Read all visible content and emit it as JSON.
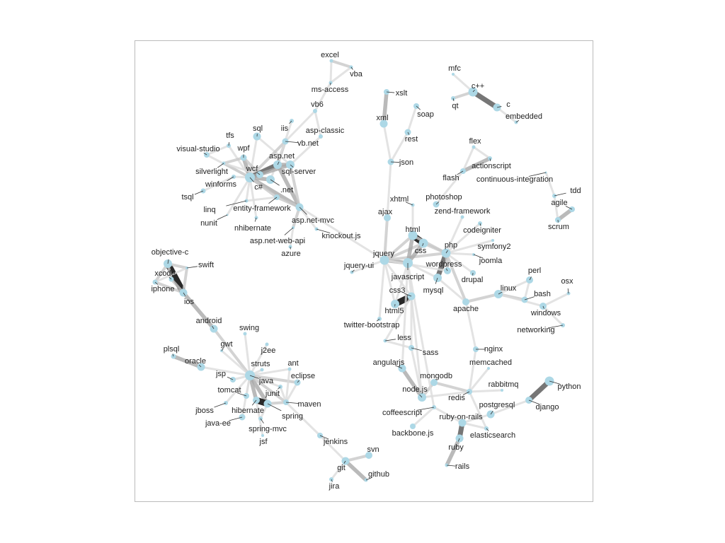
{
  "colors": {
    "node": "#add8e6",
    "edge": "#000000",
    "frame": "#bbbbbb",
    "label": "#222222"
  },
  "nodes": [
    "excel",
    "vba",
    "ms-access",
    "vb6",
    "iis",
    "asp-classic",
    "sql",
    "vb.net",
    "tfs",
    "visual-studio",
    "wpf",
    "asp.net",
    "sql-server",
    "silverlight",
    "wcf",
    "c#",
    ".net",
    "winforms",
    "tsql",
    "linq",
    "entity-framework",
    "asp.net-mvc",
    "nunit",
    "nhibernate",
    "asp.net-web-api",
    "knockout.js",
    "azure",
    "objective-c",
    "swift",
    "xcode",
    "iphone",
    "ios",
    "android",
    "swing",
    "gwt",
    "j2ee",
    "plsql",
    "oracle",
    "struts",
    "ant",
    "java",
    "jsp",
    "eclipse",
    "junit",
    "tomcat",
    "hibernate",
    "spring",
    "maven",
    "jboss",
    "java-ee",
    "spring-mvc",
    "jsf",
    "jenkins",
    "git",
    "jira",
    "svn",
    "github",
    "mfc",
    "xslt",
    "c++",
    "qt",
    "soap",
    "c",
    "xml",
    "embedded",
    "rest",
    "flex",
    "json",
    "actionscript",
    "flash",
    "continuous-integration",
    "tdd",
    "agile",
    "scrum",
    "xhtml",
    "photoshop",
    "zend-framework",
    "ajax",
    "codeigniter",
    "html",
    "css",
    "symfony2",
    "php",
    "joomla",
    "jquery",
    "javascript",
    "wordpress",
    "drupal",
    "jquery-ui",
    "mysql",
    "perl",
    "osx",
    "linux",
    "css3",
    "bash",
    "apache",
    "html5",
    "windows",
    "twitter-bootstrap",
    "networking",
    "less",
    "sass",
    "nginx",
    "angularjs",
    "memcached",
    "mongodb",
    "rabbitmq",
    "node.js",
    "redis",
    "python",
    "django",
    "coffeescript",
    "postgresql",
    "ruby-on-rails",
    "backbone.js",
    "elasticsearch",
    "ruby",
    "rails"
  ],
  "edges": [
    [
      "excel",
      "vba",
      2
    ],
    [
      "excel",
      "ms-access",
      1
    ],
    [
      "vba",
      "ms-access",
      1
    ],
    [
      "ms-access",
      "vb6",
      1
    ],
    [
      "vb6",
      "asp-classic",
      1
    ],
    [
      "vb6",
      "vb.net",
      1
    ],
    [
      "asp-classic",
      "sql-server",
      1
    ],
    [
      "iis",
      "asp.net",
      1
    ],
    [
      "sql",
      "sql-server",
      1
    ],
    [
      "sql",
      "c#",
      1
    ],
    [
      "vb.net",
      "c#",
      2
    ],
    [
      "vb.net",
      "asp.net",
      2
    ],
    [
      "vb.net",
      ".net",
      1
    ],
    [
      "tfs",
      "visual-studio",
      1
    ],
    [
      "tfs",
      "c#",
      1
    ],
    [
      "visual-studio",
      "c#",
      1
    ],
    [
      "wpf",
      "c#",
      3
    ],
    [
      "wpf",
      "wcf",
      2
    ],
    [
      "wpf",
      "silverlight",
      2
    ],
    [
      "silverlight",
      "c#",
      2
    ],
    [
      "silverlight",
      "wcf",
      1
    ],
    [
      "wcf",
      "c#",
      3
    ],
    [
      "wcf",
      "asp.net",
      3
    ],
    [
      "c#",
      "asp.net",
      4
    ],
    [
      "c#",
      "sql-server",
      3
    ],
    [
      "c#",
      ".net",
      3
    ],
    [
      "asp.net",
      "sql-server",
      3
    ],
    [
      "c#",
      "asp.net-mvc",
      3
    ],
    [
      "asp.net",
      "asp.net-mvc",
      3
    ],
    [
      "asp.net-mvc",
      "entity-framework",
      2
    ],
    [
      "c#",
      "entity-framework",
      2
    ],
    [
      "c#",
      "linq",
      1
    ],
    [
      "winforms",
      "c#",
      1
    ],
    [
      "tsql",
      "winforms",
      1
    ],
    [
      "c#",
      "nunit",
      1
    ],
    [
      "c#",
      "nhibernate",
      1
    ],
    [
      "asp.net-mvc",
      "asp.net-web-api",
      2
    ],
    [
      "asp.net-mvc",
      "knockout.js",
      1
    ],
    [
      "asp.net-web-api",
      "azure",
      1
    ],
    [
      "asp.net-mvc",
      "jquery",
      1
    ],
    [
      "asp.net-mvc",
      "sql-server",
      2
    ],
    [
      "linq",
      "entity-framework",
      1
    ],
    [
      "objective-c",
      "ios",
      5
    ],
    [
      "objective-c",
      "iphone",
      2
    ],
    [
      "objective-c",
      "swift",
      2
    ],
    [
      "objective-c",
      "xcode",
      2
    ],
    [
      "xcode",
      "ios",
      2
    ],
    [
      "iphone",
      "ios",
      2
    ],
    [
      "swift",
      "ios",
      2
    ],
    [
      "swift",
      "iphone",
      1
    ],
    [
      "ios",
      "android",
      3
    ],
    [
      "android",
      "java",
      2
    ],
    [
      "swing",
      "java",
      1
    ],
    [
      "gwt",
      "java",
      1
    ],
    [
      "j2ee",
      "java",
      1
    ],
    [
      "plsql",
      "oracle",
      3
    ],
    [
      "oracle",
      "java",
      1
    ],
    [
      "struts",
      "java",
      1
    ],
    [
      "jsp",
      "java",
      1
    ],
    [
      "java",
      "ant",
      1
    ],
    [
      "java",
      "eclipse",
      2
    ],
    [
      "java",
      "spring",
      3
    ],
    [
      "java",
      "hibernate",
      3
    ],
    [
      "java",
      "tomcat",
      1
    ],
    [
      "java",
      "junit",
      1
    ],
    [
      "java",
      "maven",
      2
    ],
    [
      "java",
      "jboss",
      1
    ],
    [
      "java",
      "java-ee",
      1
    ],
    [
      "spring",
      "hibernate",
      5
    ],
    [
      "spring",
      "maven",
      2
    ],
    [
      "spring",
      "spring-mvc",
      1
    ],
    [
      "hibernate",
      "jsf",
      1
    ],
    [
      "ant",
      "maven",
      1
    ],
    [
      "eclipse",
      "maven",
      1
    ],
    [
      "junit",
      "maven",
      1
    ],
    [
      "maven",
      "jenkins",
      1
    ],
    [
      "jenkins",
      "git",
      1
    ],
    [
      "git",
      "svn",
      2
    ],
    [
      "git",
      "github",
      3
    ],
    [
      "git",
      "jira",
      1
    ],
    [
      "json",
      "xml",
      1
    ],
    [
      "xml",
      "xslt",
      3
    ],
    [
      "json",
      "rest",
      1
    ],
    [
      "rest",
      "soap",
      1
    ],
    [
      "json",
      "ajax",
      1
    ],
    [
      "mfc",
      "c++",
      1
    ],
    [
      "c++",
      "qt",
      2
    ],
    [
      "c++",
      "c",
      4
    ],
    [
      "c",
      "embedded",
      1
    ],
    [
      "flex",
      "actionscript",
      1
    ],
    [
      "flash",
      "actionscript",
      3
    ],
    [
      "flash",
      "flex",
      1
    ],
    [
      "flash",
      "photoshop",
      1
    ],
    [
      "continuous-integration",
      "tdd",
      1
    ],
    [
      "tdd",
      "scrum",
      1
    ],
    [
      "agile",
      "scrum",
      3
    ],
    [
      "ajax",
      "jquery",
      2
    ],
    [
      "jquery",
      "jquery-ui",
      1
    ],
    [
      "jquery",
      "javascript",
      3
    ],
    [
      "jquery",
      "html",
      2
    ],
    [
      "jquery",
      "css",
      2
    ],
    [
      "jquery",
      "php",
      2
    ],
    [
      "jquery",
      "css3",
      1
    ],
    [
      "jquery",
      "html5",
      1
    ],
    [
      "jquery",
      "twitter-bootstrap",
      1
    ],
    [
      "html",
      "css",
      5
    ],
    [
      "html",
      "javascript",
      3
    ],
    [
      "css",
      "javascript",
      3
    ],
    [
      "html",
      "php",
      2
    ],
    [
      "css",
      "php",
      2
    ],
    [
      "html",
      "xhtml",
      1
    ],
    [
      "php",
      "mysql",
      4
    ],
    [
      "php",
      "wordpress",
      2
    ],
    [
      "php",
      "codeigniter",
      1
    ],
    [
      "php",
      "zend-framework",
      1
    ],
    [
      "php",
      "symfony2",
      1
    ],
    [
      "php",
      "joomla",
      1
    ],
    [
      "php",
      "drupal",
      1
    ],
    [
      "php",
      "apache",
      2
    ],
    [
      "mysql",
      "apache",
      1
    ],
    [
      "css3",
      "html5",
      5
    ],
    [
      "javascript",
      "html5",
      1
    ],
    [
      "javascript",
      "node.js",
      1
    ],
    [
      "apache",
      "linux",
      2
    ],
    [
      "linux",
      "bash",
      2
    ],
    [
      "linux",
      "perl",
      1
    ],
    [
      "bash",
      "perl",
      1
    ],
    [
      "windows",
      "linux",
      1
    ],
    [
      "windows",
      "osx",
      1
    ],
    [
      "windows",
      "networking",
      1
    ],
    [
      "apache",
      "nginx",
      1
    ],
    [
      "nginx",
      "redis",
      1
    ],
    [
      "less",
      "sass",
      1
    ],
    [
      "less",
      "css3",
      1
    ],
    [
      "sass",
      "css3",
      1
    ],
    [
      "sass",
      "node.js",
      1
    ],
    [
      "angularjs",
      "node.js",
      3
    ],
    [
      "angularjs",
      "javascript",
      1
    ],
    [
      "mongodb",
      "node.js",
      2
    ],
    [
      "mongodb",
      "redis",
      2
    ],
    [
      "node.js",
      "redis",
      1
    ],
    [
      "redis",
      "memcached",
      1
    ],
    [
      "redis",
      "rabbitmq",
      1
    ],
    [
      "redis",
      "elasticsearch",
      1
    ],
    [
      "coffeescript",
      "ruby-on-rails",
      1
    ],
    [
      "coffeescript",
      "backbone.js",
      1
    ],
    [
      "coffeescript",
      "javascript",
      1
    ],
    [
      "ruby-on-rails",
      "ruby",
      4
    ],
    [
      "ruby",
      "rails",
      3
    ],
    [
      "ruby-on-rails",
      "postgresql",
      1
    ],
    [
      "postgresql",
      "django",
      1
    ],
    [
      "python",
      "django",
      4
    ],
    [
      "ruby-on-rails",
      "elasticsearch",
      1
    ],
    [
      "javascript",
      "mysql",
      1
    ],
    [
      "jquery",
      "wordpress",
      1
    ]
  ]
}
